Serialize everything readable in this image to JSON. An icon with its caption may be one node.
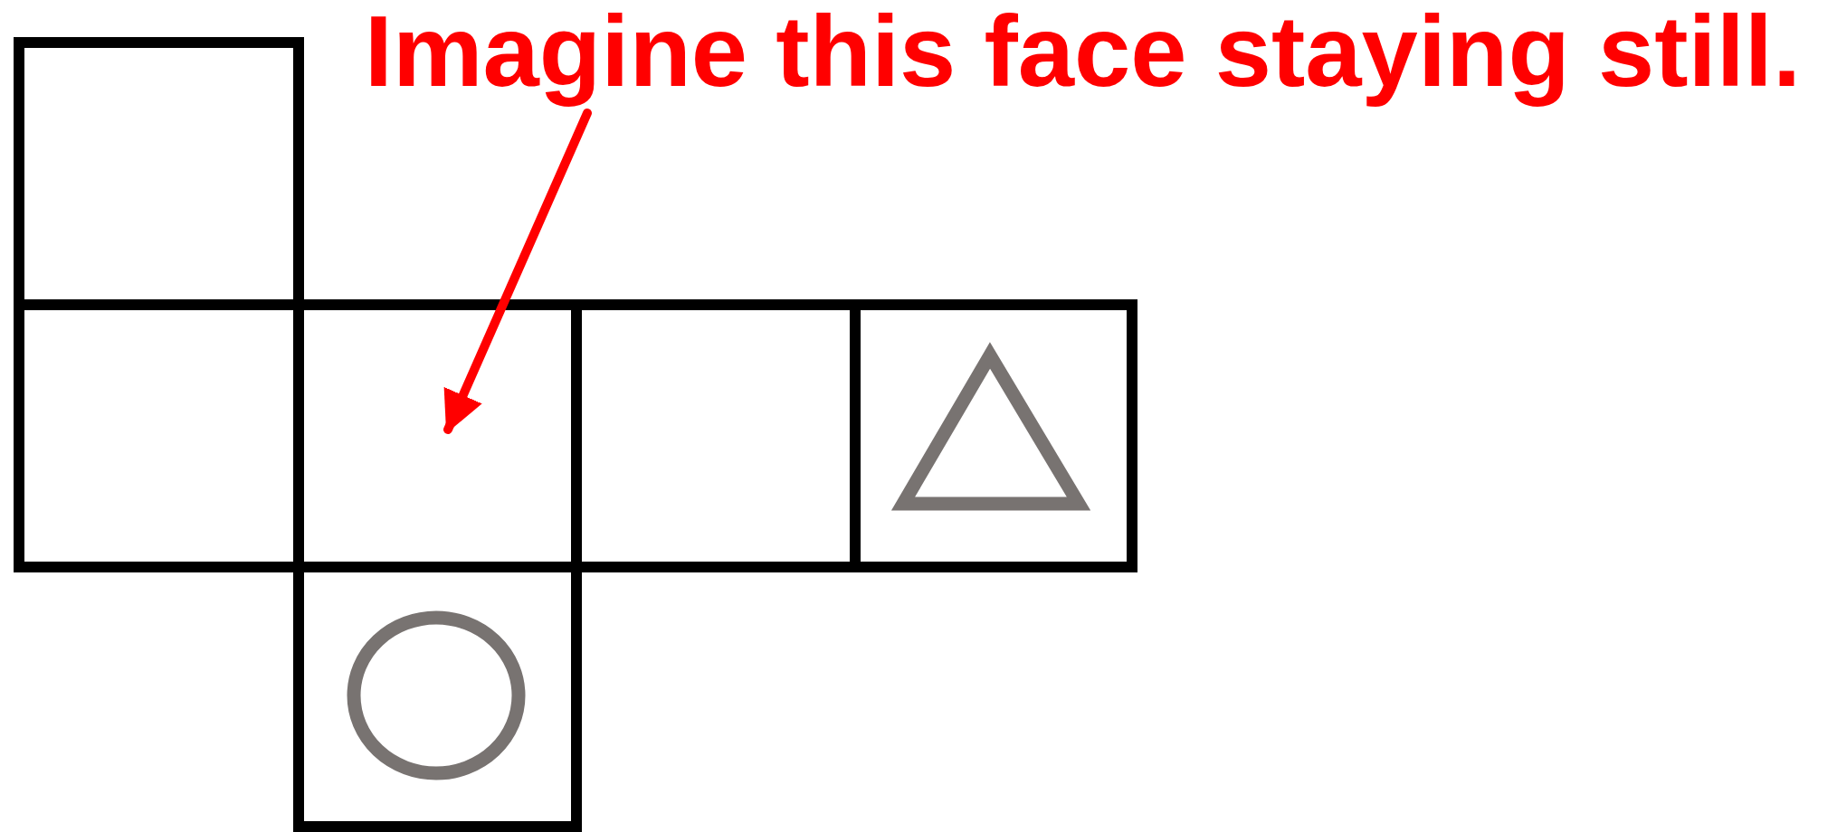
{
  "diagram": {
    "nodes": [
      {
        "text": [
          "Imagine this face staying still."
        ]
      },
      {
        "text": [],
        "shape": "box"
      }
    ],
    "edges": [
      {
        "from": 0,
        "to": 1,
        "arrow": "to"
      }
    ]
  }
}
